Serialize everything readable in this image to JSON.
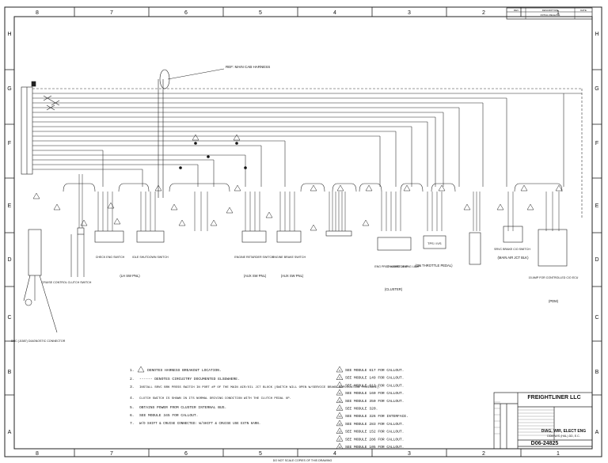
{
  "border": {
    "columns": [
      "8",
      "7",
      "6",
      "5",
      "4",
      "3",
      "2",
      "1"
    ],
    "rows": [
      "H",
      "G",
      "F",
      "E",
      "D",
      "C",
      "B",
      "A"
    ],
    "bottom_note": "DO NOT SCALE COPIES OF THIS DRAWING"
  },
  "harness_note": "REF: MAIN CAB HARNESS",
  "panels": {
    "lh_sw_pnl": "(LH SW PNL)",
    "aux_sw_pnl_1": "(AUX SW PNL)",
    "aux_sw_pnl_2": "(AUX SW PNL)",
    "cluster": "(CLUSTER)",
    "on_throttle_pedal": "(ON THROTTLE PEDAL)",
    "main_air_jct_blk": "(MAIN AIR JCT BLK)",
    "pdm": "(PDM)"
  },
  "components": {
    "cruise_control_clutch_switch": "CRUISE CONTROL CLUTCH SWITCH",
    "smc_diagnostic_connector": "SMC (J1587) DIAGNOSTIC CONNECTOR",
    "check_eng_switch": "CHECK ENG SWITCH",
    "idle_shutdown_switch": "IDLE SHUTDOWN SWITCH",
    "engine_retarder_switch": "ENGINE RETARDER SWITCH",
    "engine_brake_switch": "ENGINE BRAKE SWITCH",
    "tps_ivs": "TPS / IVS",
    "srvc_brake_switch": "SRVC BRAKE C/O SWITCH",
    "pdm_relay": "15 AMP FOR CONTROLLED C/O ECU",
    "cluster_lamps": [
      "ENG PROT LAMP",
      "CHK ENG LAMP",
      "STOP ENG LAMP"
    ]
  },
  "notes_left": [
    {
      "num": "1.",
      "text": "DENOTES HARNESS BREAKOUT LOCATION."
    },
    {
      "num": "2.",
      "text": "------ DENOTES CIRCUITRY DOCUMENTED ELSEWHERE."
    },
    {
      "num": "3.",
      "text": "INSTALL SRVC BRK PRESS SWITCH IN PORT #P OF THE MAIN AIR/OIL JCT BLOCK (SWITCH WILL OPEN W/SERVICE BRAKE APPLICATION PRESSURE)."
    },
    {
      "num": "4.",
      "text": "CLUTCH SWITCH IS SHOWN IN ITS NORMAL DRIVING CONDITION WITH THE CLUTCH PEDAL UP."
    },
    {
      "num": "5.",
      "text": "OBTAINS POWER FROM CLUSTER INTERNAL BUS."
    },
    {
      "num": "6.",
      "text": "SEE MODULE 345 FOR CALLOUT."
    },
    {
      "num": "7.",
      "text": "W/O SHIFT & CRUISE CONNECTED: W/SHIFT & CRUISE USE EXTN HARN."
    }
  ],
  "notes_right": [
    {
      "num": "8",
      "text": "SEE MODULE 617 FOR CALLOUT."
    },
    {
      "num": "9",
      "text": "SEE MODULE 149 FOR CALLOUT."
    },
    {
      "num": "10",
      "text": "SEE MODULE 613 FOR CALLOUT."
    },
    {
      "num": "11",
      "text": "SEE MODULE 160 FOR CALLOUT."
    },
    {
      "num": "12",
      "text": "SEE MODULE 350 FOR CALLOUT."
    },
    {
      "num": "13",
      "text": "SEE MODULE 320."
    },
    {
      "num": "14",
      "text": "SEE MODULE 326 FOR INTERFACE."
    },
    {
      "num": "15",
      "text": "SEE MODULE 283 FOR CALLOUT."
    },
    {
      "num": "16",
      "text": "SEE MODULE 152 FOR CALLOUT."
    },
    {
      "num": "17",
      "text": "SEE MODULE 286 FOR CALLOUT."
    },
    {
      "num": "18",
      "text": "SEE MODULE 105 FOR CALLOUT."
    }
  ],
  "title_block": {
    "company": "FREIGHTLINER LLC",
    "title": "DIAG, WIR, ELECT ENG",
    "subtitle": "DDM W/S (HAL) DD, E.C.",
    "drawing_number": "D06-24825"
  },
  "revision_block": {
    "headers": [
      "REV",
      "DESCRIPTION",
      "DATE"
    ],
    "rows": [
      [
        "",
        "INITIAL RELEASE",
        ""
      ]
    ]
  }
}
